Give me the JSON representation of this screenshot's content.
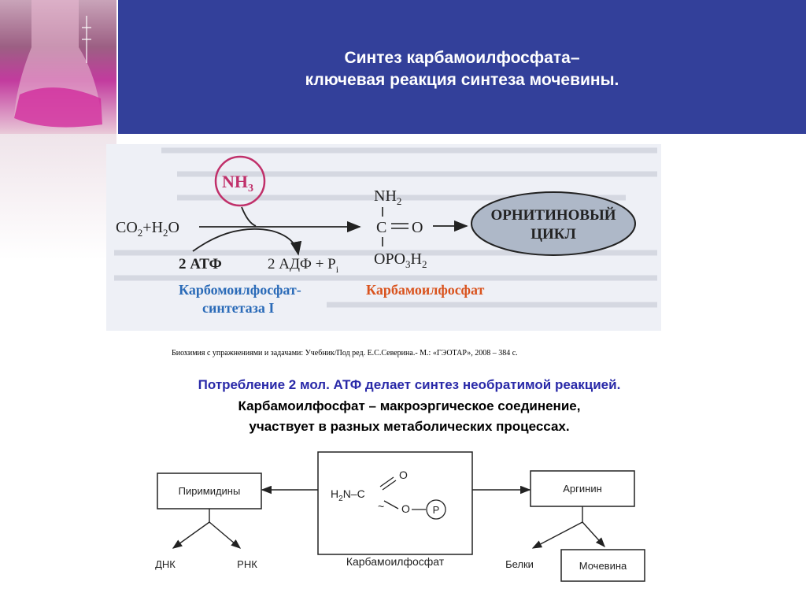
{
  "slide": {
    "title_line1": "Синтез карбамоилфосфата–",
    "title_line2": "ключевая реакция синтеза мочевины.",
    "citation": "Биохимия с упражнениями и задачами: Учебник/Под ред. Е.С.Северина.- М.: «ГЭОТАР», 2008 – 384  с.",
    "body_line1": "Потребление 2 мол. АТФ делает синтез  необратимой реакцией.",
    "body_line2": "Карбамоилфосфат – макроэргическое соединение,",
    "body_line3": "участвует в разных метаболических процессах."
  },
  "reaction": {
    "nh3": "NH",
    "nh3_sub": "3",
    "co2": "CO",
    "co2_sub": "2",
    "plus_h2o": "+H",
    "h2o_sub": "2",
    "h2o_o": "O",
    "atp": "2 АТФ",
    "adp": "2 АДФ + P",
    "adp_sub": "i",
    "nh2": "NH",
    "nh2_sub": "2",
    "c": "C",
    "eq_o": "O",
    "opo3h2": "OPO",
    "opo3_sub": "3",
    "h2": "H",
    "h2_sub": "2",
    "enzyme_line1": "Карбомоилфосфат-",
    "enzyme_line2": "синтетаза I",
    "product": "Карбамоилфосфат",
    "cycle_line1": "ОРНИТИНОВЫЙ",
    "cycle_line2": "ЦИКЛ",
    "colors": {
      "nh3_circle": "#c0306a",
      "enzyme": "#2b6bb8",
      "product": "#d9531e",
      "cycle_fill": "#aeb8c8"
    }
  },
  "scheme": {
    "pyrimidines": "Пиримидины",
    "dna": "ДНК",
    "rna": "РНК",
    "center_h2n": "H",
    "center_h2n_sub": "2",
    "center_n": "N–C",
    "center_o_top": "O",
    "center_o": "O",
    "center_p": "P",
    "center_tilde": "~",
    "center_label": "Карбамоилфосфат",
    "arginine": "Аргинин",
    "proteins": "Белки",
    "urea": "Мочевина"
  }
}
